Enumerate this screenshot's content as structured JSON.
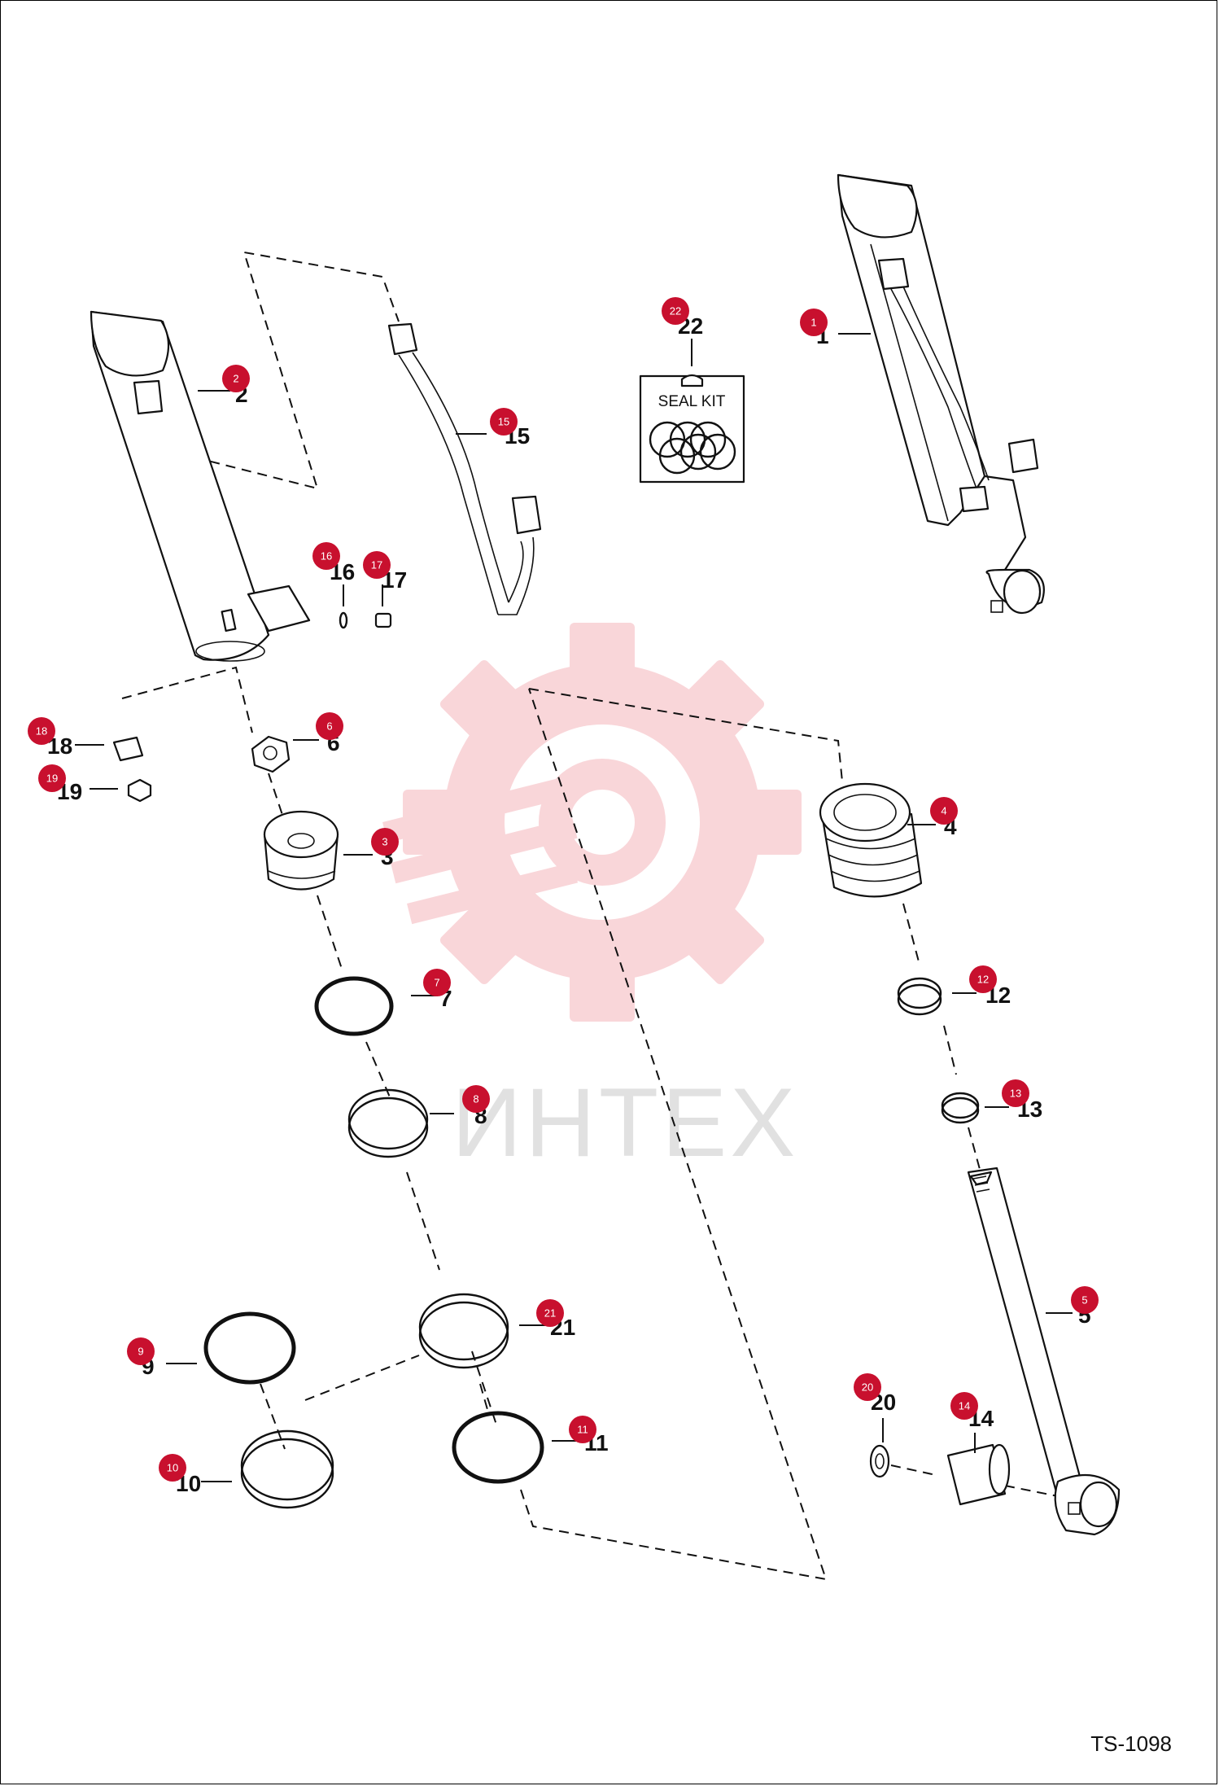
{
  "document": {
    "code": "TS-1098",
    "watermark_text": "ИНТЕХ",
    "seal_kit_label": "SEAL KIT"
  },
  "callouts": [
    {
      "badge": "1",
      "label": "1"
    },
    {
      "badge": "2",
      "label": "2"
    },
    {
      "badge": "3",
      "label": "3"
    },
    {
      "badge": "4",
      "label": "4"
    },
    {
      "badge": "5",
      "label": "5"
    },
    {
      "badge": "6",
      "label": "6"
    },
    {
      "badge": "7",
      "label": "7"
    },
    {
      "badge": "8",
      "label": "8"
    },
    {
      "badge": "9",
      "label": "9"
    },
    {
      "badge": "10",
      "label": "10"
    },
    {
      "badge": "11",
      "label": "11"
    },
    {
      "badge": "12",
      "label": "12"
    },
    {
      "badge": "13",
      "label": "13"
    },
    {
      "badge": "14",
      "label": "14"
    },
    {
      "badge": "15",
      "label": "15"
    },
    {
      "badge": "16",
      "label": "16"
    },
    {
      "badge": "17",
      "label": "17"
    },
    {
      "badge": "18",
      "label": "18"
    },
    {
      "badge": "19",
      "label": "19"
    },
    {
      "badge": "20",
      "label": "20"
    },
    {
      "badge": "21",
      "label": "21"
    },
    {
      "badge": "22",
      "label": "22"
    }
  ],
  "colors": {
    "badge": "#c8102e",
    "watermark": "#f2b8bd",
    "line": "#111111"
  }
}
